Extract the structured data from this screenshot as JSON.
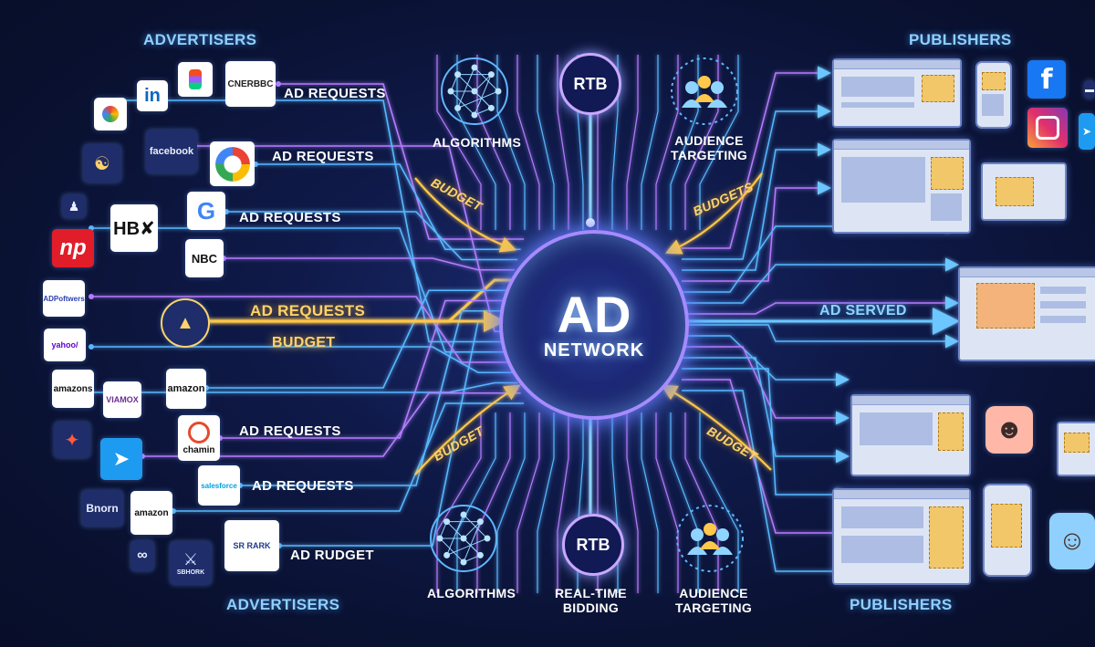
{
  "title": {
    "top": "AD",
    "bottom": "NETWORK"
  },
  "headings": {
    "advertisers_top": "ADVERTISERS",
    "advertisers_bottom": "ADVERTISERS",
    "publishers_top": "PUBLISHERS",
    "publishers_bottom": "PUBLISHERS"
  },
  "flows": {
    "req1": "AD REQUESTS",
    "req2": "AD REQUESTS",
    "req3": "AD REQUESTS",
    "req_main": "AD REQUESTS",
    "budget_main": "BUDGET",
    "req4": "AD REQUESTS",
    "req5": "AD REQUESTS",
    "ad_budget": "AD RUDGET",
    "budget_tl": "BUDGET",
    "budgets_tr": "BUDGETS",
    "budget_bl": "BUDGET",
    "budget_br": "BUDGET",
    "ad_served": "AD SERVED"
  },
  "nodes": {
    "rtb_top": "RTB",
    "rtb_bottom": "RTB",
    "algorithms_top": "ALGORITHMS",
    "algorithms_bottom": "ALGORITHMS",
    "audience_top": "AUDIENCE\nTARGETING",
    "audience_bottom": "AUDIENCE\nTARGETING",
    "realtime": "REAL-TIME\nBIDDING"
  },
  "logos": {
    "cnerbbc": "CNERBBC",
    "linkedin": "in",
    "facebook": "facebook",
    "hbo": "HB✘",
    "np": "np",
    "nbc": "NBC",
    "adpowers": "ADPoftwers",
    "yahoo": "yahoo/",
    "amazon1": "amazons",
    "viamox": "VIAMOX",
    "amazon2": "amazon",
    "chamin": "chamin",
    "salesforce": "salesforce",
    "amazon3": "amazon",
    "bnorn": "Bnorn",
    "srark": "SR RARK",
    "sbhork": "SBHORK",
    "google": "G",
    "fb_app": "f"
  },
  "colors": {
    "background": "#0a1233",
    "wire_blue": "#58b8ff",
    "wire_purple": "#b57dff",
    "wire_gold": "#ffc84a",
    "hub_ring": "#a58bff"
  }
}
